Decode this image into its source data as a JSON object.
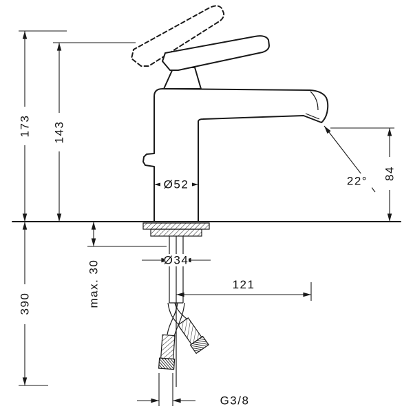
{
  "drawing": {
    "dimensions": {
      "overall_height": "173",
      "body_height": "143",
      "under_counter_length": "390",
      "max_counter_thickness": "max. 30",
      "base_diameter": "Ø52",
      "shank_diameter": "Ø34",
      "outlet_height": "84",
      "outlet_angle": "22°",
      "spout_reach": "121",
      "connection_thread": "G3/8"
    }
  }
}
